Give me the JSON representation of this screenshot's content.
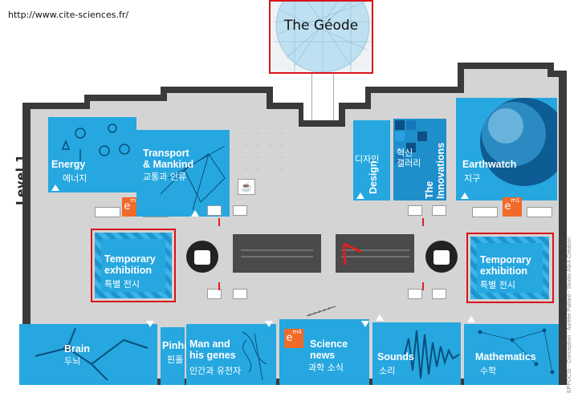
{
  "url": "http://www.cite-sciences.fr/",
  "level_label": "Level 1",
  "geode": {
    "title": "The Géode"
  },
  "zones": {
    "energy": {
      "en": "Energy",
      "ko": "에너지"
    },
    "transport": {
      "en": "Transport\n& Mankind",
      "ko": "교통과 인류"
    },
    "design": {
      "ko": "디자인",
      "en": "Design"
    },
    "innovations": {
      "ko": "혁신\n갤러리",
      "en": "The Innovations\nGallery"
    },
    "earthwatch": {
      "en": "Earthwatch",
      "ko": "지구"
    },
    "temp_left": {
      "en": "Temporary\nexhibition",
      "ko": "특별 전시"
    },
    "temp_right": {
      "en": "Temporary\nexhibition",
      "ko": "특별 전시"
    },
    "brain": {
      "en": "Brain",
      "ko": "두뇌"
    },
    "pinhole": {
      "en": "Pinhole",
      "ko": "핀홀"
    },
    "genes": {
      "en": "Man and\nhis genes",
      "ko": "인간과 유전자"
    },
    "science_news": {
      "en": "Science\nnews",
      "ko": "과학 소식"
    },
    "sounds": {
      "en": "Sounds",
      "ko": "소리"
    },
    "mathematics": {
      "en": "Mathematics",
      "ko": "수학"
    }
  },
  "em_badges": {
    "top_left": "7",
    "top_right": "1",
    "bottom": "4"
  },
  "credit": "EPPDCSI - Conception : Aurélie Pallard - Studio A9/A Création",
  "colors": {
    "zone": "#26a7e0",
    "accent_red": "#d8141c",
    "em_orange": "#f06a29",
    "floor": "#d4d4d4",
    "hall": "#4a4a4a"
  }
}
